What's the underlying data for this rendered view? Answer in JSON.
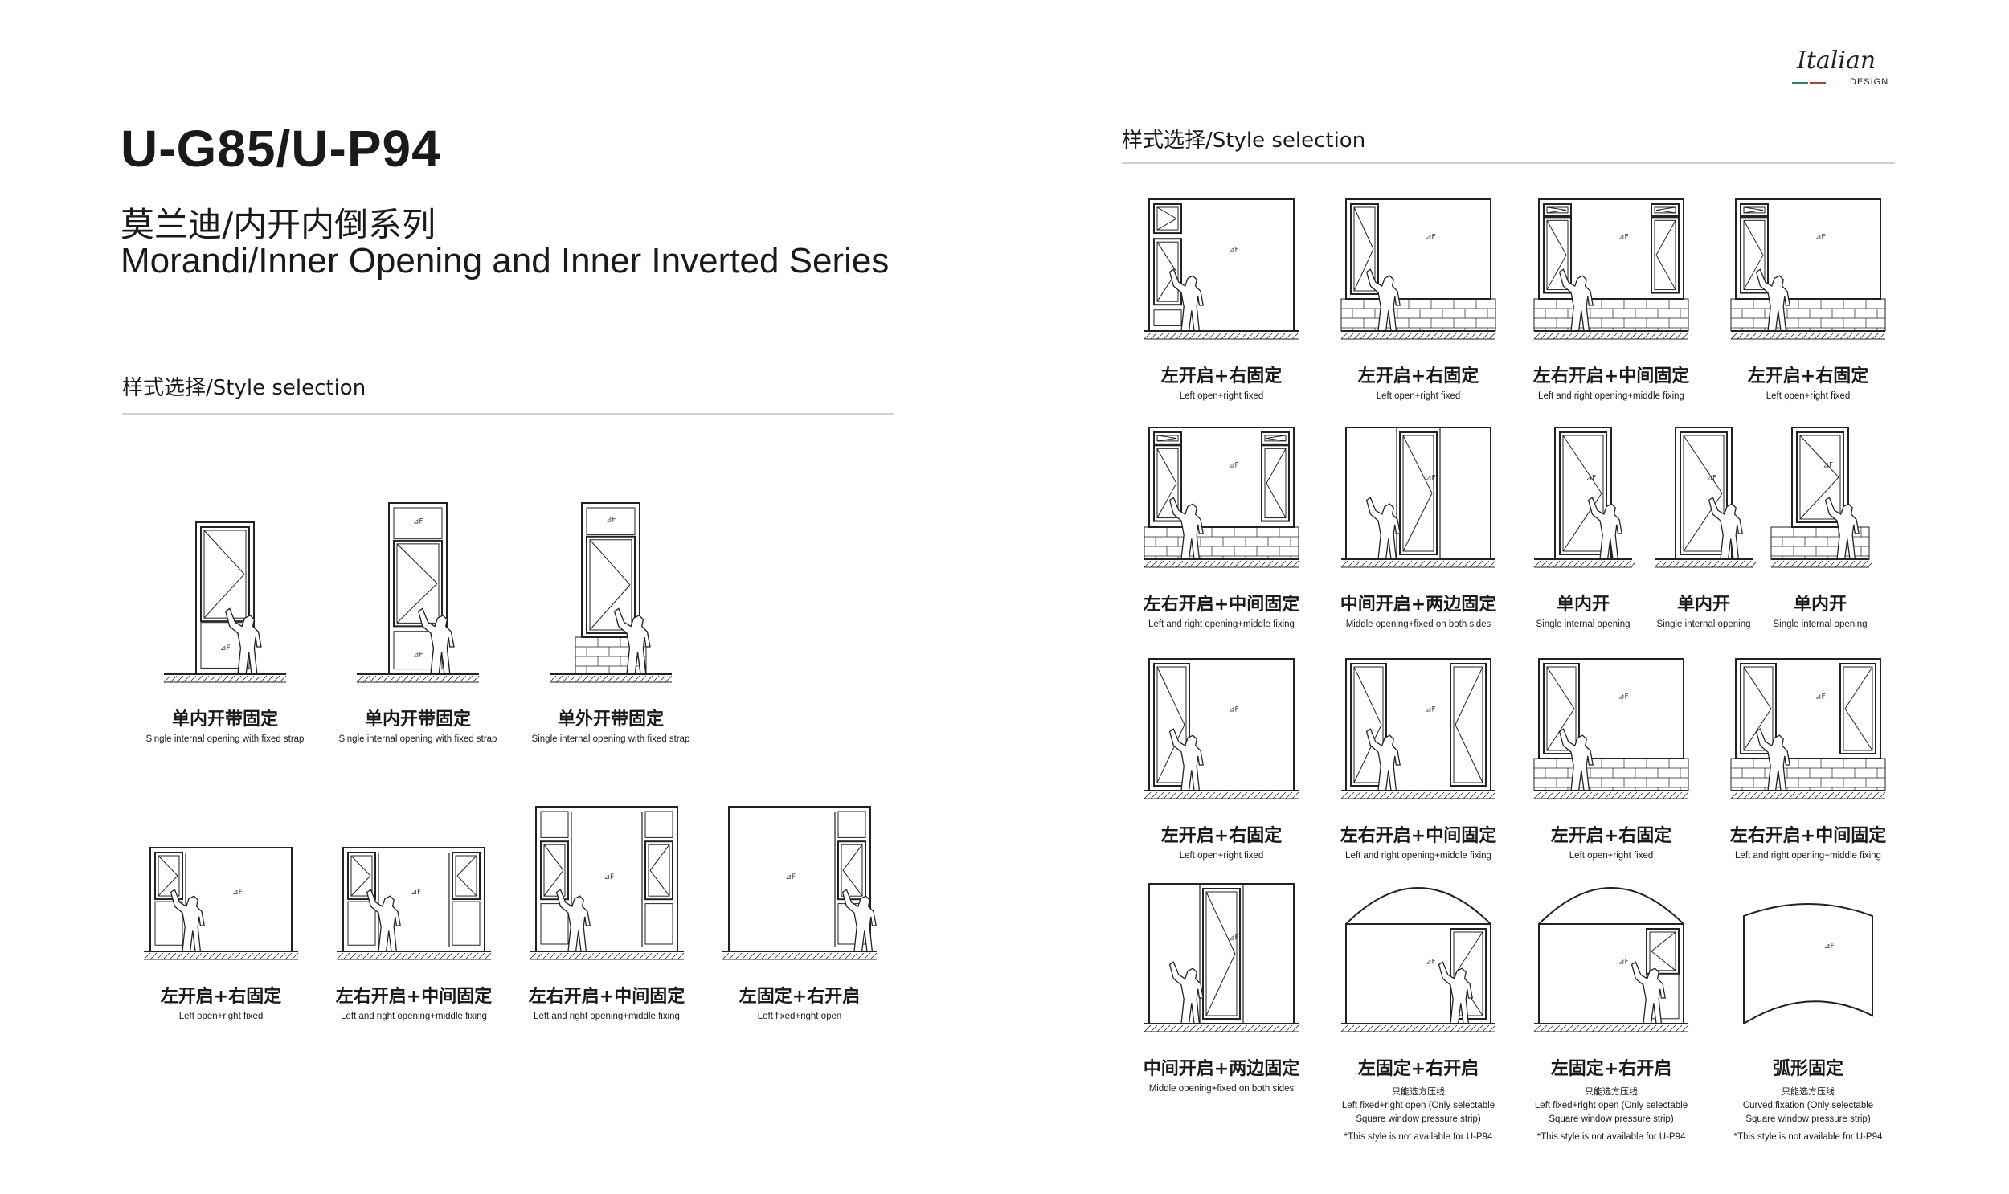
{
  "header": {
    "model": "U-G85/U-P94",
    "series_cn": "莫兰迪/内开内倒系列",
    "series_en": "Morandi/Inner Opening and Inner Inverted Series"
  },
  "brand": {
    "script": "Italian",
    "tag": "DESIGN",
    "accent_green": "#2e8b57",
    "accent_red": "#c0392b"
  },
  "section_title": "样式选择/Style selection",
  "glyph": "⊿F",
  "left_styles": [
    {
      "cn": "单内开带固定",
      "en": "Single internal opening with fixed strap",
      "kind": "tall1"
    },
    {
      "cn": "单内开带固定",
      "en": "Single internal opening with fixed strap",
      "kind": "tall2"
    },
    {
      "cn": "单外开带固定",
      "en": "Single internal opening with fixed strap",
      "kind": "tall3"
    },
    {
      "cn": "左开启+右固定",
      "en": "Left open+right fixed",
      "kind": "wideL"
    },
    {
      "cn": "左右开启+中间固定",
      "en": "Left and right opening+middle fixing",
      "kind": "wideLR"
    },
    {
      "cn": "左右开启+中间固定",
      "en": "Left and right opening+middle fixing",
      "kind": "wideLR2"
    },
    {
      "cn": "左固定+右开启",
      "en": "Left fixed+right open",
      "kind": "wideR"
    }
  ],
  "right_styles": [
    {
      "cn": "左开启+右固定",
      "en": "Left open+right fixed"
    },
    {
      "cn": "左开启+右固定",
      "en": "Left open+right fixed"
    },
    {
      "cn": "左右开启+中间固定",
      "en": "Left and right opening+middle fixing"
    },
    {
      "cn": "左开启+右固定",
      "en": "Left open+right fixed"
    },
    {
      "cn": "左右开启+中间固定",
      "en": "Left and right opening+middle fixing"
    },
    {
      "cn": "中间开启+两边固定",
      "en": "Middle opening+fixed on both sides"
    },
    {
      "cn": "单内开",
      "en": "Single internal opening"
    },
    {
      "cn": "单内开",
      "en": "Single internal opening"
    },
    {
      "cn": "单内开",
      "en": "Single internal opening"
    },
    {
      "cn": "左开启+右固定",
      "en": "Left open+right fixed"
    },
    {
      "cn": "左右开启+中间固定",
      "en": "Left and right opening+middle fixing"
    },
    {
      "cn": "左开启+右固定",
      "en": "Left open+right fixed"
    },
    {
      "cn": "左右开启+中间固定",
      "en": "Left and right opening+middle fixing"
    },
    {
      "cn": "中间开启+两边固定",
      "en": "Middle opening+fixed on both sides"
    },
    {
      "cn": "左固定+右开启",
      "note_cn": "只能选方压线",
      "en1": "Left fixed+right open (Only selectable",
      "en2": "Square window pressure strip)",
      "warn": "*This style is not available for U-P94"
    },
    {
      "cn": "左固定+右开启",
      "note_cn": "只能选方压线",
      "en1": "Left fixed+right open (Only selectable",
      "en2": "Square window pressure strip)",
      "warn": "*This style is not available for U-P94"
    },
    {
      "cn": "弧形固定",
      "note_cn": "只能选方压线",
      "en1": "Curved fixation (Only selectable",
      "en2": "Square window pressure strip)",
      "warn": "*This style is not available for U-P94"
    }
  ]
}
